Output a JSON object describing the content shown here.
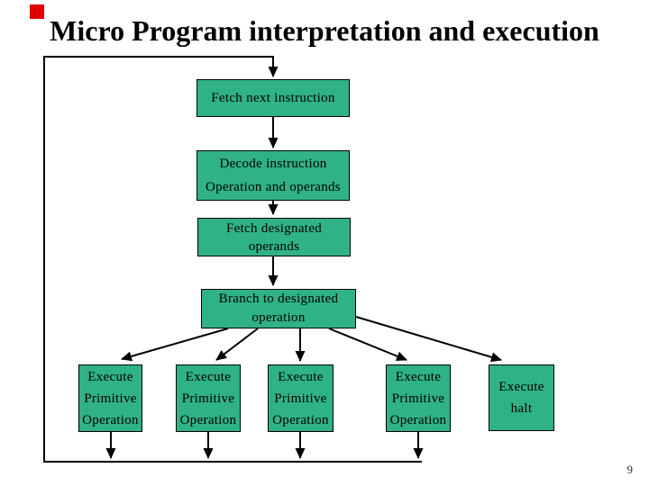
{
  "slide": {
    "title": "Micro Program interpretation and execution",
    "page_number": "9"
  },
  "colors": {
    "box_fill": "#2fb284",
    "box_border": "#000000",
    "connector": "#000000",
    "accent_square": "#e00000",
    "title_text": "#000000"
  },
  "flowchart": {
    "steps": [
      {
        "id": "fetch-next-instruction",
        "lines": [
          "Fetch next instruction"
        ]
      },
      {
        "id": "decode-instruction",
        "lines": [
          "Decode instruction",
          "Operation and operands"
        ]
      },
      {
        "id": "fetch-designated-operands",
        "lines": [
          "Fetch designated",
          "operands"
        ]
      },
      {
        "id": "branch-to-designated-operation",
        "lines": [
          "Branch to designated",
          "operation"
        ]
      }
    ],
    "terminals": [
      {
        "id": "execute-primitive-1",
        "lines": [
          "Execute",
          "Primitive",
          "Operation"
        ]
      },
      {
        "id": "execute-primitive-2",
        "lines": [
          "Execute",
          "Primitive",
          "Operation"
        ]
      },
      {
        "id": "execute-primitive-3",
        "lines": [
          "Execute",
          "Primitive",
          "Operation"
        ]
      },
      {
        "id": "execute-primitive-4",
        "lines": [
          "Execute",
          "Primitive",
          "Operation"
        ]
      },
      {
        "id": "execute-halt",
        "lines": [
          "Execute",
          "halt"
        ]
      }
    ]
  }
}
